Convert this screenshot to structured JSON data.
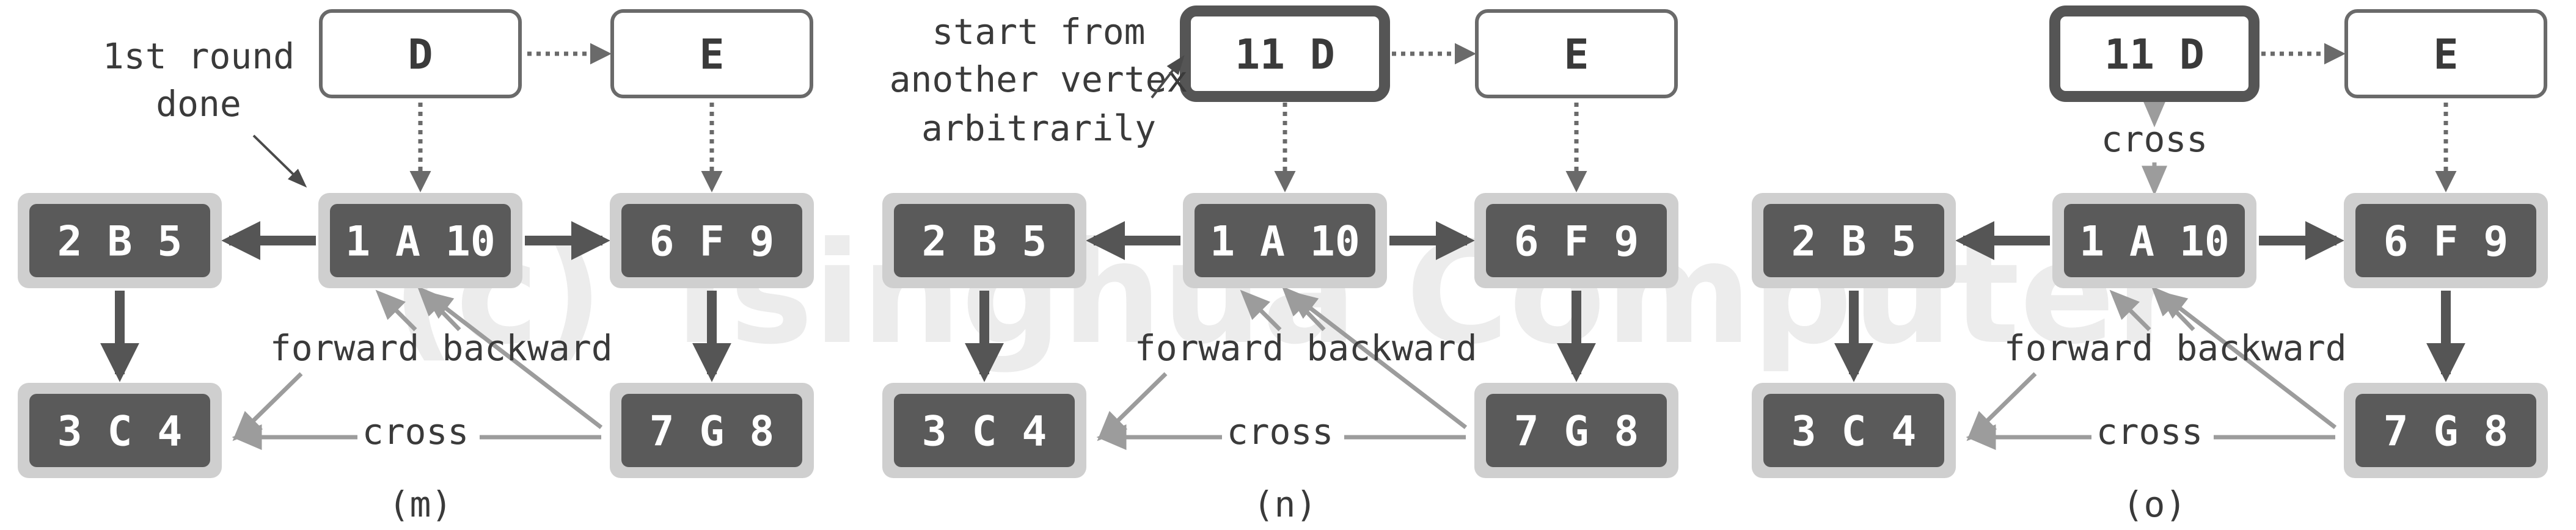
{
  "watermark": "(c) Tsinghua Computer",
  "panels": [
    {
      "caption": "(m)",
      "nodes": {
        "D": "D",
        "E": "E",
        "A": "1 A 10",
        "B": "2 B 5",
        "F": "6 F 9",
        "C": "3 C 4",
        "G": "7 G 8"
      },
      "edge_labels": {
        "forward": "forward",
        "backward": "backward",
        "cross": "cross"
      },
      "annotation": [
        "1st round",
        "done"
      ]
    },
    {
      "caption": "(n)",
      "nodes": {
        "D": "11 D",
        "E": "E",
        "A": "1 A 10",
        "B": "2 B 5",
        "F": "6 F 9",
        "C": "3 C 4",
        "G": "7 G 8"
      },
      "edge_labels": {
        "forward": "forward",
        "backward": "backward",
        "cross": "cross"
      },
      "annotation": [
        "start from",
        "another vertex",
        "arbitrarily"
      ]
    },
    {
      "caption": "(o)",
      "nodes": {
        "D": "11 D",
        "E": "E",
        "A": "1 A 10",
        "B": "2 B 5",
        "F": "6 F 9",
        "C": "3 C 4",
        "G": "7 G 8"
      },
      "edge_labels": {
        "forward": "forward",
        "backward": "backward",
        "cross": "cross",
        "dcross": "cross"
      },
      "annotation": []
    }
  ]
}
